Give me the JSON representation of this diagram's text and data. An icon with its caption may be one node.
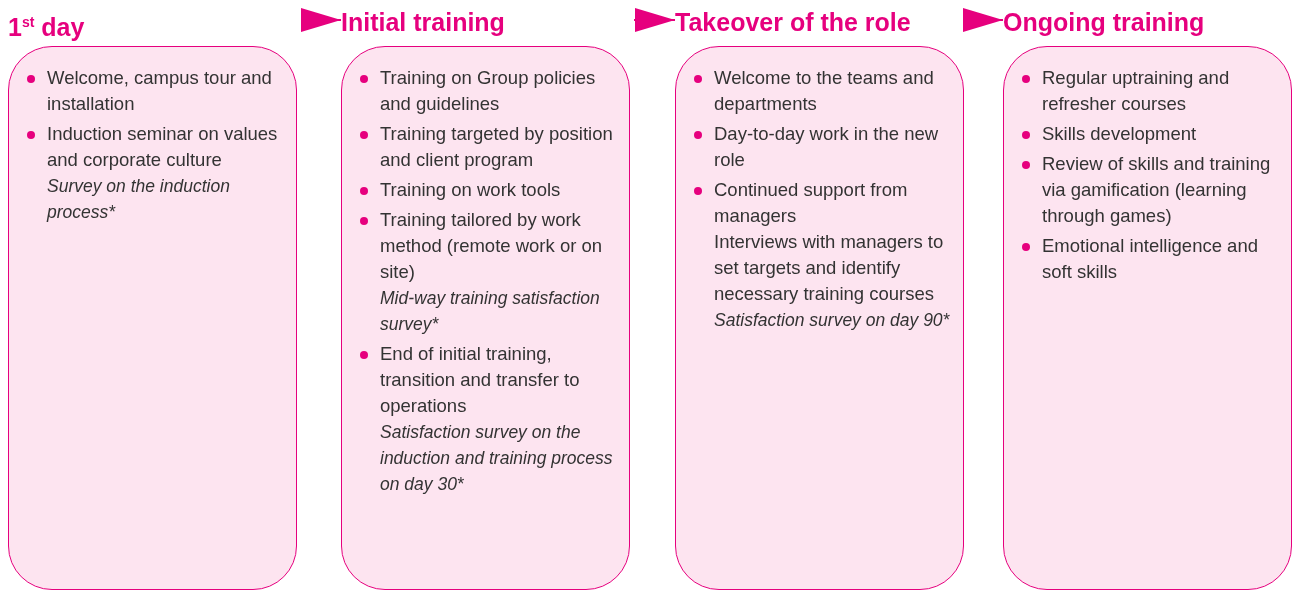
{
  "diagram": {
    "nodes": [
      {
        "text": [
          "1$^{st}$ day",
          "Welcome, campus tour and installation",
          "Induction seminar on values and corporate culture",
          "Survey on the induction process*"
        ]
      },
      {
        "text": [
          "Initial training",
          "Training on Group policies and guidelines",
          "Training targeted by position and client program",
          "Training on work tools",
          "Training tailored by work method (remote work or on site)",
          "Mid-way training satisfaction survey*",
          "End of initial training, transition and transfer to operations",
          "Satisfaction survey on the induction and training process on day 30*"
        ]
      },
      {
        "text": [
          "Takeover of the role",
          "Welcome to the teams and departments",
          "Day-to-day work in the new role",
          "Continued support from managers",
          "Interviews with managers to set targets and identify necessary training courses",
          "Satisfaction survey on day 90*"
        ]
      },
      {
        "text": [
          "Ongoing training",
          "Regular uptraining and refresher courses",
          "Skills development",
          "Review of skills and training via gamification (learning through games)",
          "Emotional intelligence and soft skills"
        ]
      }
    ],
    "edges": [
      {
        "from": 0,
        "to": 1,
        "arrow": "to"
      },
      {
        "from": 1,
        "to": 2,
        "arrow": "to"
      },
      {
        "from": 2,
        "to": 3,
        "arrow": "to"
      }
    ]
  }
}
